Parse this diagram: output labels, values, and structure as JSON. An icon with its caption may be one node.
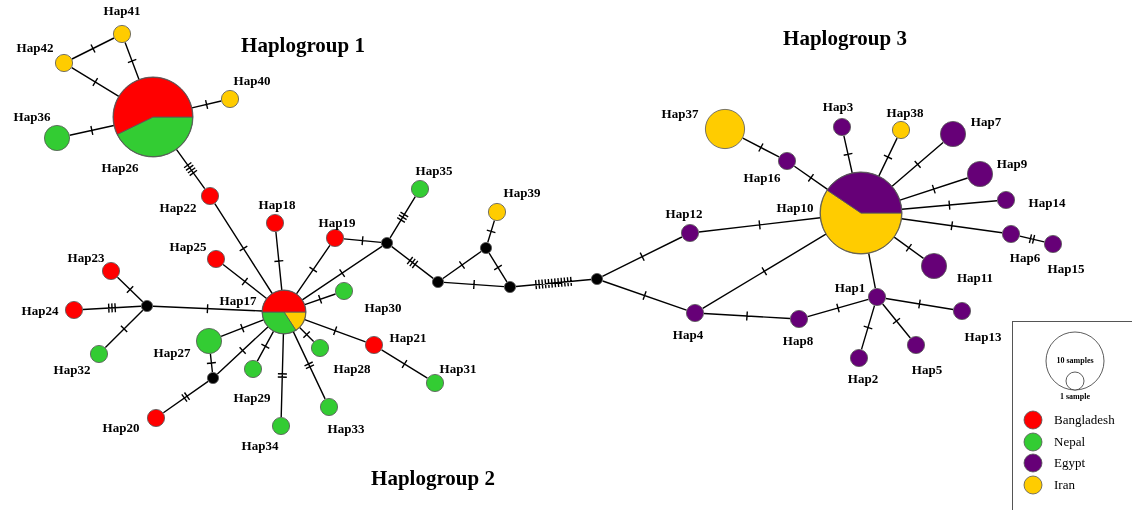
{
  "diagram": {
    "nodes": [
      {
        "text": [],
        "shape": "circle",
        "beside": [
          "Hap41"
        ]
      },
      {
        "text": [],
        "shape": "circle",
        "beside": [
          "Hap42"
        ]
      },
      {
        "text": [],
        "shape": "circle",
        "beside": [
          "Hap26"
        ]
      },
      {
        "text": [],
        "shape": "circle",
        "beside": [
          "Hap40"
        ]
      },
      {
        "text": [],
        "shape": "circle",
        "beside": [
          "Hap36"
        ]
      },
      {
        "text": [],
        "shape": "circle",
        "beside": [
          "Hap22"
        ]
      },
      {
        "text": [],
        "shape": "circle",
        "beside": [
          "Hap18"
        ]
      },
      {
        "text": [],
        "shape": "circle",
        "beside": [
          "Hap19"
        ]
      },
      {
        "text": [],
        "shape": "circle",
        "beside": [
          "Hap25"
        ]
      },
      {
        "text": [],
        "shape": "circle",
        "beside": [
          "Hap23"
        ]
      },
      {
        "text": [],
        "shape": "circle",
        "beside": [
          "Hap17"
        ]
      },
      {
        "text": [],
        "shape": "circle",
        "beside": [
          "Hap24"
        ]
      },
      {
        "text": [],
        "shape": "circle"
      },
      {
        "text": [],
        "shape": "circle",
        "beside": [
          "Hap32"
        ]
      },
      {
        "text": [],
        "shape": "circle",
        "beside": [
          "Hap27"
        ]
      },
      {
        "text": [],
        "shape": "circle"
      },
      {
        "text": [],
        "shape": "circle",
        "beside": [
          "Hap20"
        ]
      },
      {
        "text": [],
        "shape": "circle",
        "beside": [
          "Hap29"
        ]
      },
      {
        "text": [],
        "shape": "circle",
        "beside": [
          "Hap34"
        ]
      },
      {
        "text": [],
        "shape": "circle",
        "beside": [
          "Hap33"
        ]
      },
      {
        "text": [],
        "shape": "circle",
        "beside": [
          "Hap28"
        ]
      },
      {
        "text": [],
        "shape": "circle",
        "beside": [
          "Hap30"
        ]
      },
      {
        "text": [],
        "shape": "circle",
        "beside": [
          "Hap21"
        ]
      },
      {
        "text": [],
        "shape": "circle",
        "beside": [
          "Hap31"
        ]
      },
      {
        "text": [],
        "shape": "circle",
        "beside": [
          "Hap35"
        ]
      },
      {
        "text": [],
        "shape": "circle"
      },
      {
        "text": [],
        "shape": "circle",
        "beside": [
          "Hap39"
        ]
      },
      {
        "text": [],
        "shape": "circle"
      },
      {
        "text": [],
        "shape": "circle"
      },
      {
        "text": [],
        "shape": "circle"
      },
      {
        "text": [],
        "shape": "circle"
      },
      {
        "text": [],
        "shape": "circle",
        "beside": [
          "Hap37"
        ]
      },
      {
        "text": [],
        "shape": "circle",
        "beside": [
          "Hap16"
        ]
      },
      {
        "text": [],
        "shape": "circle",
        "beside": [
          "Hap3"
        ]
      },
      {
        "text": [],
        "shape": "circle",
        "beside": [
          "Hap38"
        ]
      },
      {
        "text": [],
        "shape": "circle",
        "beside": [
          "Hap7"
        ]
      },
      {
        "text": [],
        "shape": "circle",
        "beside": [
          "Hap10"
        ]
      },
      {
        "text": [],
        "shape": "circle",
        "beside": [
          "Hap9"
        ]
      },
      {
        "text": [],
        "shape": "circle",
        "beside": [
          "Hap14"
        ]
      },
      {
        "text": [],
        "shape": "circle",
        "beside": [
          "Hap12"
        ]
      },
      {
        "text": [],
        "shape": "circle",
        "beside": [
          "Hap6"
        ]
      },
      {
        "text": [],
        "shape": "circle",
        "beside": [
          "Hap15"
        ]
      },
      {
        "text": [],
        "shape": "circle",
        "beside": [
          "Hap11"
        ]
      },
      {
        "text": [],
        "shape": "circle",
        "beside": [
          "Hap1"
        ]
      },
      {
        "text": [],
        "shape": "circle",
        "beside": [
          "Hap4"
        ]
      },
      {
        "text": [],
        "shape": "circle",
        "beside": [
          "Hap8"
        ]
      },
      {
        "text": [],
        "shape": "circle",
        "beside": [
          "Hap13"
        ]
      },
      {
        "text": [],
        "shape": "circle",
        "beside": [
          "Hap2"
        ]
      },
      {
        "text": [],
        "shape": "circle",
        "beside": [
          "Hap5"
        ]
      }
    ],
    "edges": [
      {
        "from": 2,
        "to": 0,
        "arrow": "none"
      },
      {
        "from": 2,
        "to": 1,
        "arrow": "none"
      },
      {
        "from": 1,
        "to": 0,
        "arrow": "none"
      },
      {
        "from": 2,
        "to": 3,
        "arrow": "none"
      },
      {
        "from": 2,
        "to": 4,
        "arrow": "none"
      },
      {
        "from": 2,
        "to": 5,
        "arrow": "none"
      },
      {
        "from": 5,
        "to": 10,
        "arrow": "none"
      },
      {
        "from": 6,
        "to": 10,
        "arrow": "none"
      },
      {
        "from": 8,
        "to": 10,
        "arrow": "none"
      },
      {
        "from": 7,
        "to": 10,
        "arrow": "none"
      },
      {
        "from": 12,
        "to": 10,
        "arrow": "none"
      },
      {
        "from": 12,
        "to": 9,
        "arrow": "none"
      },
      {
        "from": 12,
        "to": 11,
        "arrow": "none"
      },
      {
        "from": 12,
        "to": 13,
        "arrow": "none"
      },
      {
        "from": 10,
        "to": 14,
        "arrow": "none"
      },
      {
        "from": 14,
        "to": 15,
        "arrow": "none"
      },
      {
        "from": 10,
        "to": 15,
        "arrow": "none"
      },
      {
        "from": 15,
        "to": 16,
        "arrow": "none"
      },
      {
        "from": 10,
        "to": 17,
        "arrow": "none"
      },
      {
        "from": 10,
        "to": 18,
        "arrow": "none"
      },
      {
        "from": 10,
        "to": 19,
        "arrow": "none"
      },
      {
        "from": 10,
        "to": 20,
        "arrow": "none"
      },
      {
        "from": 10,
        "to": 21,
        "arrow": "none"
      },
      {
        "from": 10,
        "to": 22,
        "arrow": "none"
      },
      {
        "from": 22,
        "to": 23,
        "arrow": "none"
      },
      {
        "from": 10,
        "to": 25,
        "arrow": "none"
      },
      {
        "from": 7,
        "to": 25,
        "arrow": "none"
      },
      {
        "from": 25,
        "to": 24,
        "arrow": "none"
      },
      {
        "from": 25,
        "to": 28,
        "arrow": "none"
      },
      {
        "from": 28,
        "to": 27,
        "arrow": "none"
      },
      {
        "from": 27,
        "to": 26,
        "arrow": "none"
      },
      {
        "from": 27,
        "to": 29,
        "arrow": "none"
      },
      {
        "from": 28,
        "to": 29,
        "arrow": "none"
      },
      {
        "from": 29,
        "to": 30,
        "arrow": "none"
      },
      {
        "from": 30,
        "to": 39,
        "arrow": "none"
      },
      {
        "from": 30,
        "to": 44,
        "arrow": "none"
      },
      {
        "from": 39,
        "to": 36,
        "arrow": "none"
      },
      {
        "from": 44,
        "to": 36,
        "arrow": "none"
      },
      {
        "from": 44,
        "to": 45,
        "arrow": "none"
      },
      {
        "from": 45,
        "to": 43,
        "arrow": "none"
      },
      {
        "from": 43,
        "to": 36,
        "arrow": "none"
      },
      {
        "from": 43,
        "to": 47,
        "arrow": "none"
      },
      {
        "from": 43,
        "to": 48,
        "arrow": "none"
      },
      {
        "from": 43,
        "to": 46,
        "arrow": "none"
      },
      {
        "from": 36,
        "to": 32,
        "arrow": "none"
      },
      {
        "from": 32,
        "to": 31,
        "arrow": "none"
      },
      {
        "from": 36,
        "to": 33,
        "arrow": "none"
      },
      {
        "from": 36,
        "to": 34,
        "arrow": "none"
      },
      {
        "from": 36,
        "to": 35,
        "arrow": "none"
      },
      {
        "from": 36,
        "to": 37,
        "arrow": "none"
      },
      {
        "from": 36,
        "to": 38,
        "arrow": "none"
      },
      {
        "from": 36,
        "to": 40,
        "arrow": "none"
      },
      {
        "from": 40,
        "to": 41,
        "arrow": "none"
      },
      {
        "from": 36,
        "to": 42,
        "arrow": "none"
      }
    ],
    "labels": [
      "Haplogroup 1",
      "Haplogroup 3",
      "Haplogroup 2",
      "10 samples",
      "1 sample"
    ],
    "legend": [
      {
        "text": "Bangladesh",
        "color": "#ff0000"
      },
      {
        "text": "Nepal",
        "color": "#33cc33"
      },
      {
        "text": "Egypt",
        "color": "#660077"
      },
      {
        "text": "Iran",
        "color": "#ffcc00"
      }
    ]
  }
}
